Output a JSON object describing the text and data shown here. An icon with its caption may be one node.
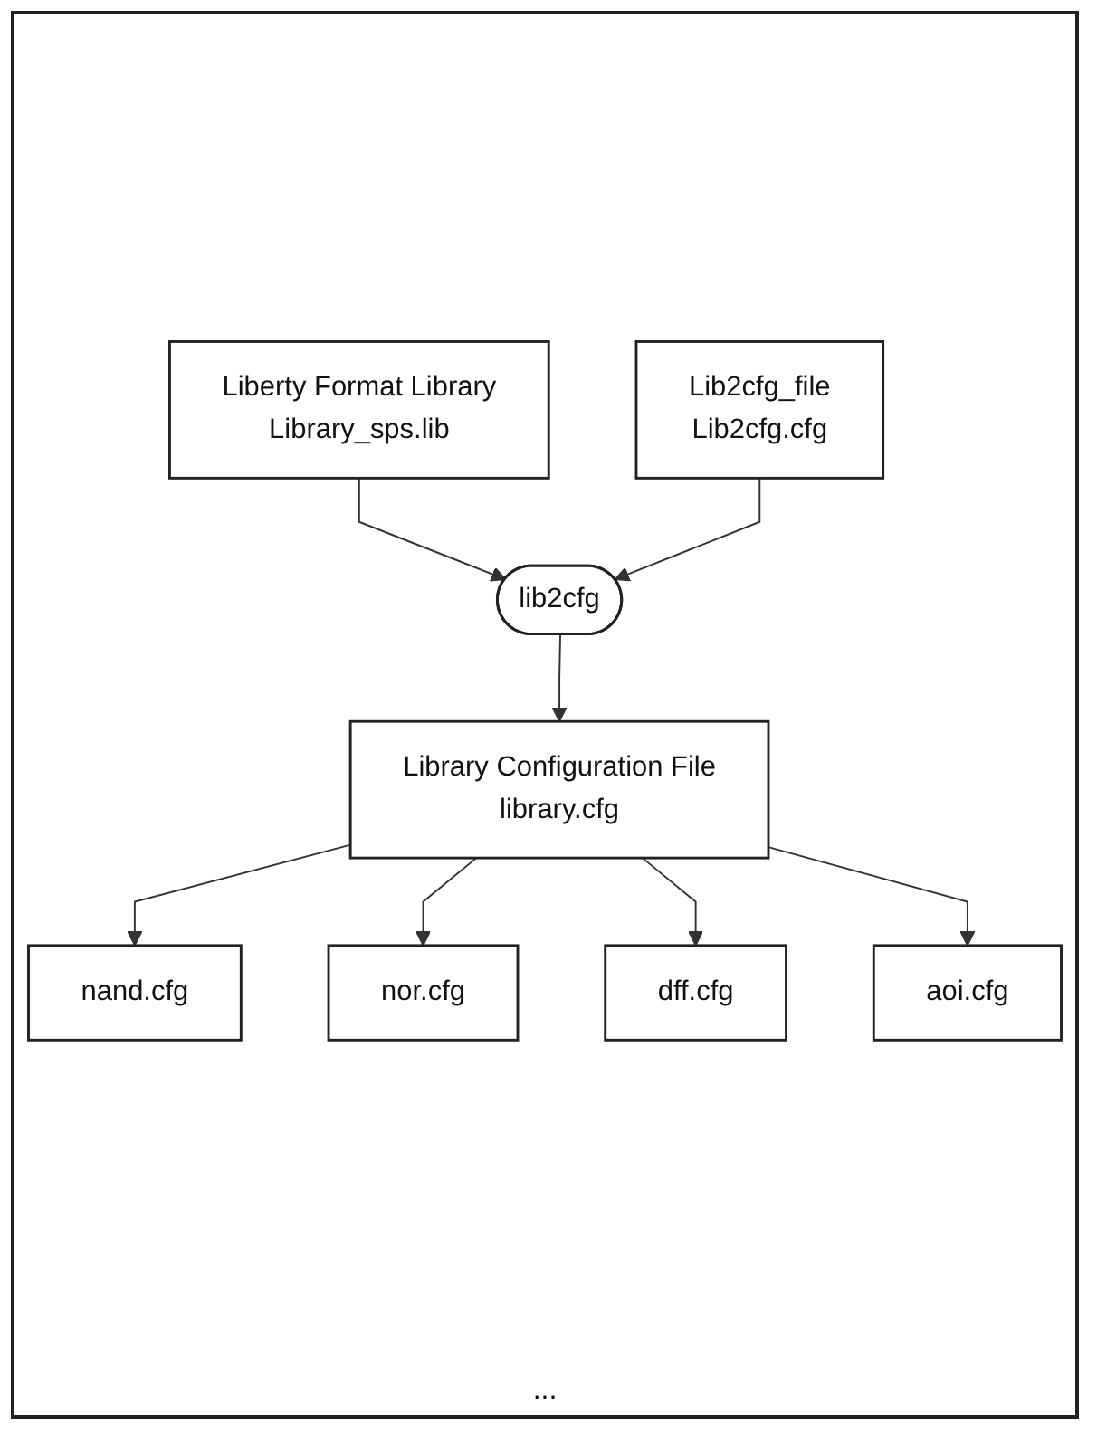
{
  "diagram": {
    "nodes": [
      {
        "text": [
          "Liberty Format Library",
          "Library_sps.lib"
        ]
      },
      {
        "text": [
          "Lib2cfg_file",
          "Lib2cfg.cfg"
        ]
      },
      {
        "text": [
          "lib2cfg"
        ]
      },
      {
        "text": [
          "Library Configuration File",
          "library.cfg"
        ]
      },
      {
        "text": [
          "nand.cfg"
        ]
      },
      {
        "text": [
          "nor.cfg"
        ]
      },
      {
        "text": [
          "dff.cfg"
        ]
      },
      {
        "text": [
          "aoi.cfg"
        ]
      }
    ],
    "edges": [
      {
        "from": 0,
        "to": 2,
        "arrow": "to"
      },
      {
        "from": 1,
        "to": 2,
        "arrow": "to"
      },
      {
        "from": 2,
        "to": 3,
        "arrow": "to"
      },
      {
        "from": 3,
        "to": 4,
        "arrow": "to"
      },
      {
        "from": 3,
        "to": 5,
        "arrow": "to"
      },
      {
        "from": 3,
        "to": 6,
        "arrow": "to"
      },
      {
        "from": 3,
        "to": 7,
        "arrow": "to"
      }
    ],
    "labels": [
      "..."
    ]
  }
}
